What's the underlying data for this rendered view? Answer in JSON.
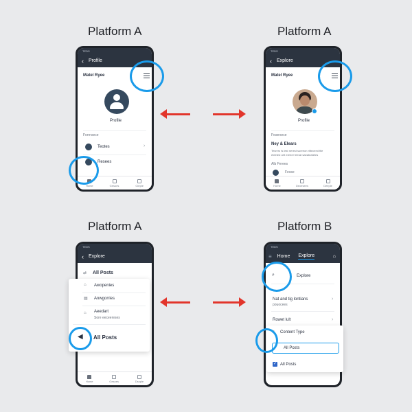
{
  "titles": {
    "tl": "Platform A",
    "tr": "Platform A",
    "bl": "Platform A",
    "br": "Platform B"
  },
  "phone1": {
    "status_time": "TEDS",
    "header_title": "Profile",
    "user_name": "Matel Ryee",
    "avatar_label": "Profile",
    "section_label": "Forrnsece",
    "items": [
      "Teotes",
      "Resees"
    ],
    "tabs": [
      "Home",
      "Gesoes",
      "Gieple"
    ]
  },
  "phone2": {
    "status_time": "TEDS",
    "header_title": "Explore",
    "user_name": "Matel Ryee",
    "avatar_label": "Profile",
    "section_label": "Fearrsece",
    "item_title": "Ney & Elears",
    "item_desc_1": "Tesrers ts lest nerest sureeon ritteceed ttle",
    "item_desc_2": "eteeted ortt ereeer feerat saeateatetes",
    "sub_label": "Alb Ferees",
    "row_label": "Fesse",
    "tabs": [
      "Home",
      "Deoesees",
      "Deeple"
    ]
  },
  "phone3": {
    "status_time": "TEDS",
    "header_title": "Explore",
    "filter_label": "All Posts",
    "popup_items": [
      "Awopenies",
      "Anwgorries"
    ],
    "popup_item3_title": "Aeedart",
    "popup_item3_desc": "Sore eeceereses",
    "popup_selected": "All Posts",
    "tabs": [
      "Home",
      "Gesoes",
      "Dsople"
    ]
  },
  "phone4": {
    "status_time": "TEDS",
    "tabs_top": [
      "Home",
      "Explore"
    ],
    "search_label": "Explore",
    "row1_title": "Nat and tig lontians",
    "row1_sub": "pouocees",
    "row2_title": "Rowet lult",
    "content_type": "Content Type",
    "option_all_1": "All Posts",
    "option_all_2": "All Posts"
  },
  "colors": {
    "accent": "#1a9bea",
    "arrow": "#e2352b",
    "header": "#2c3440"
  }
}
